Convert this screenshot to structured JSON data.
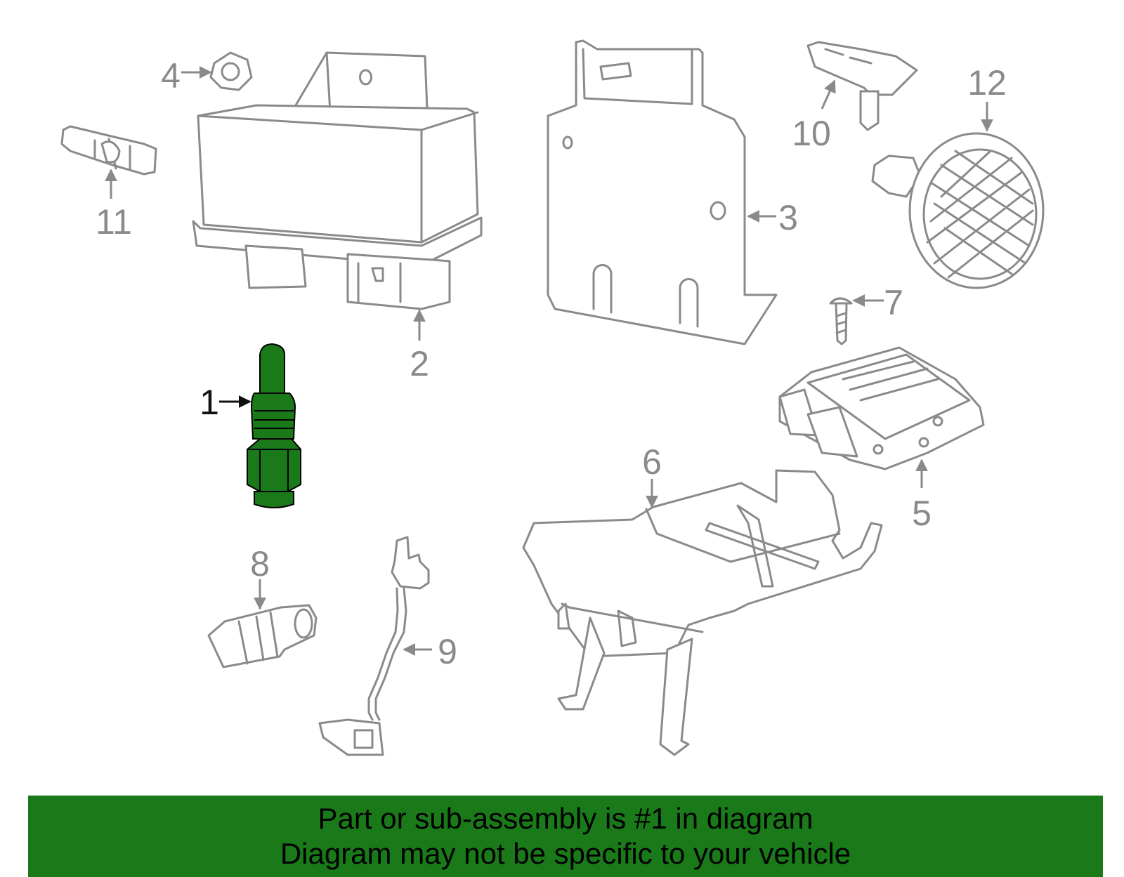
{
  "highlight_color": "#1a7a1a",
  "highlighted_part": "1",
  "callouts": {
    "p1": "1",
    "p2": "2",
    "p3": "3",
    "p4": "4",
    "p5": "5",
    "p6": "6",
    "p7": "7",
    "p8": "8",
    "p9": "9",
    "p10": "10",
    "p11": "11",
    "p12": "12"
  },
  "banner": {
    "line1": "Part or sub-assembly is #1 in diagram",
    "line2": "Diagram may not be specific to your vehicle"
  }
}
